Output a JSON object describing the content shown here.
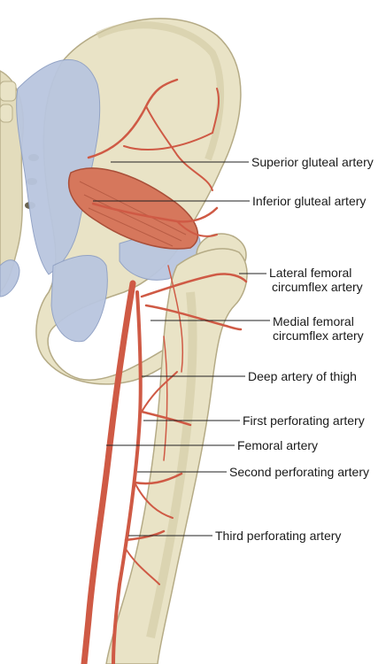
{
  "labels": {
    "superior_gluteal": "Superior gluteal artery",
    "inferior_gluteal": "Inferior gluteal artery",
    "lateral_femoral_1": "Lateral femoral",
    "lateral_femoral_2": "circumflex artery",
    "medial_femoral_1": "Medial femoral",
    "medial_femoral_2": "circumflex artery",
    "deep_artery": "Deep artery of thigh",
    "first_perforating": "First perforating artery",
    "femoral": "Femoral artery",
    "second_perforating": "Second perforating artery",
    "third_perforating": "Third perforating artery"
  },
  "colors": {
    "bone": "#e9e3c6",
    "bone_shade": "#cfc7a3",
    "ligament": "#b9c6df",
    "artery": "#cf5a45",
    "muscle": "#d6775c",
    "leader": "#222222"
  }
}
